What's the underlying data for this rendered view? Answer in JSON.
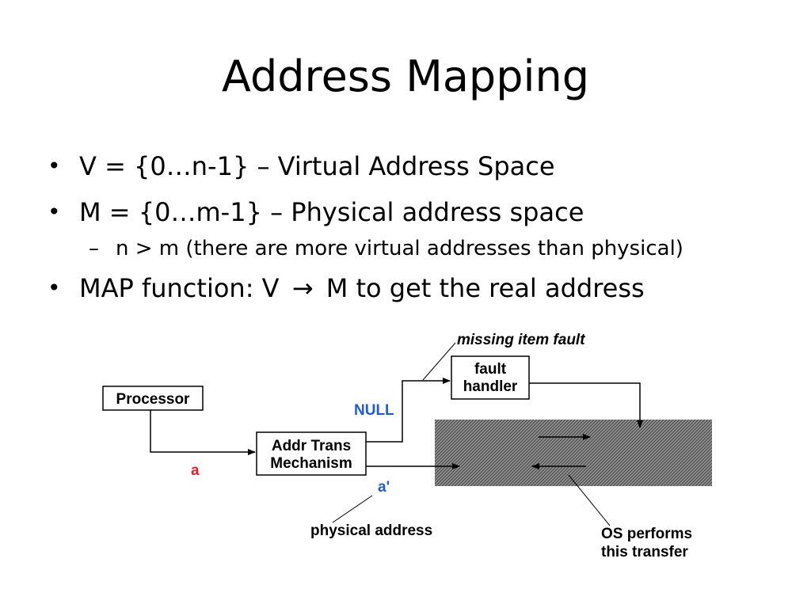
{
  "title": "Address Mapping",
  "bullets": [
    {
      "text": "V = {0…n-1} – Virtual Address Space"
    },
    {
      "text": "M = {0…m-1} – Physical address space"
    }
  ],
  "sub_bullet": {
    "text": "n > m (there are more virtual addresses than physical)"
  },
  "map_bullet": {
    "prefix": "MAP function: V",
    "arrow": "→",
    "suffix": "M to get the real address"
  },
  "diagram": {
    "processor": "Processor",
    "addr_trans_line1": "Addr Trans",
    "addr_trans_line2": "Mechanism",
    "fault_line1": "fault",
    "fault_line2": "handler",
    "missing_item_fault": "missing item fault",
    "null_label": "NULL",
    "a_label": "a",
    "a_prime_label": "a'",
    "physical_address": "physical address",
    "os_line1": "OS performs",
    "os_line2": "this transfer",
    "colors": {
      "null": "#1e5bd8",
      "a": "#e0202a",
      "a_prime": "#1e5bd8",
      "memory_fill": "#7a7a7a"
    }
  }
}
